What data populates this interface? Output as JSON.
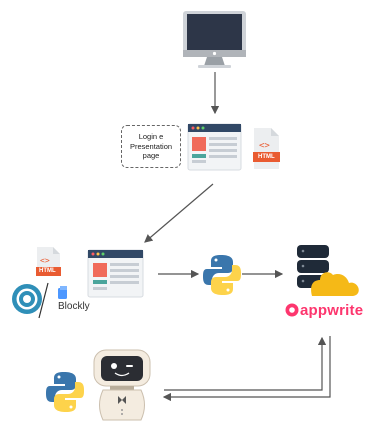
{
  "nodes": {
    "login_box": {
      "text": "Login e\nPresentation\npage"
    },
    "html_badge_top": {
      "text": "HTML"
    },
    "html_badge_left": {
      "text": "HTML"
    },
    "blockly": {
      "text": "Blockly"
    },
    "appwrite": {
      "text": "appwrite"
    }
  },
  "colors": {
    "arrow": "#555555",
    "monitor_frame": "#b0b4b9",
    "monitor_screen": "#2d3648",
    "browser_bg": "#f2f4f6",
    "browser_bar": "#314866",
    "python_blue": "#3a76ac",
    "python_yellow": "#fdd34b",
    "db_dark": "#1f2a38",
    "cloud": "#f5b917",
    "appwrite_pink": "#fd366e",
    "html_orange": "#e95b31",
    "blockly_ring": "#2f8fb8"
  }
}
